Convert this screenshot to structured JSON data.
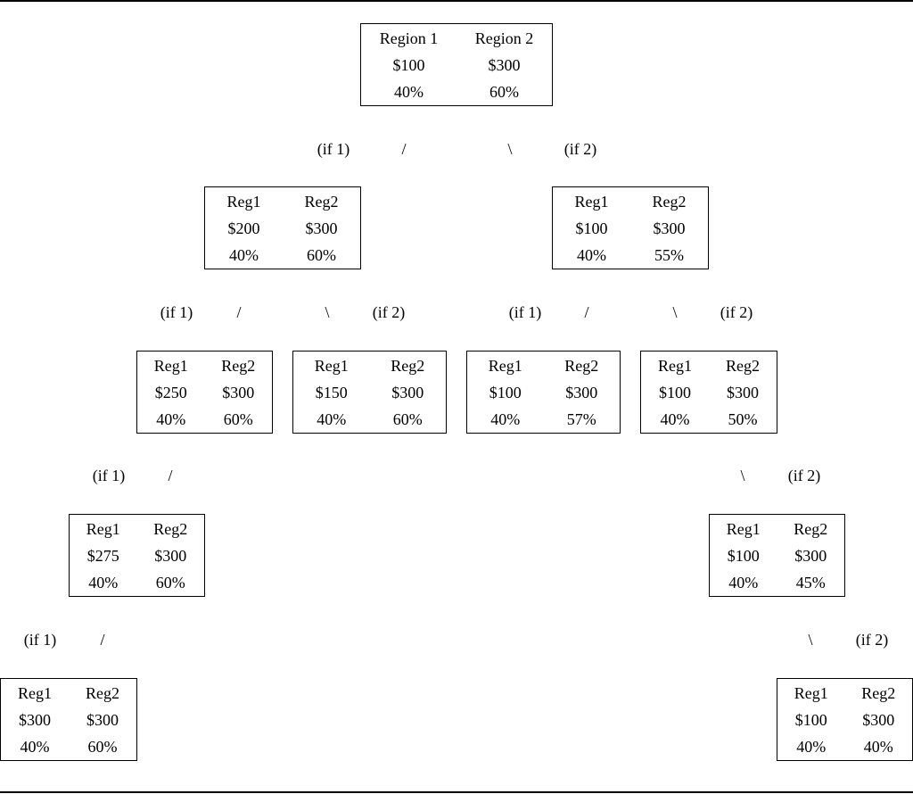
{
  "nodes": [
    {
      "id": "root",
      "h1": "Region 1",
      "h2": "Region 2",
      "v1": "$100",
      "v2": "$300",
      "p1": "40%",
      "p2": "60%"
    },
    {
      "id": "l",
      "h1": "Reg1",
      "h2": "Reg2",
      "v1": "$200",
      "v2": "$300",
      "p1": "40%",
      "p2": "60%"
    },
    {
      "id": "r",
      "h1": "Reg1",
      "h2": "Reg2",
      "v1": "$100",
      "v2": "$300",
      "p1": "40%",
      "p2": "55%"
    },
    {
      "id": "ll",
      "h1": "Reg1",
      "h2": "Reg2",
      "v1": "$250",
      "v2": "$300",
      "p1": "40%",
      "p2": "60%"
    },
    {
      "id": "lr",
      "h1": "Reg1",
      "h2": "Reg2",
      "v1": "$150",
      "v2": "$300",
      "p1": "40%",
      "p2": "60%"
    },
    {
      "id": "rl",
      "h1": "Reg1",
      "h2": "Reg2",
      "v1": "$100",
      "v2": "$300",
      "p1": "40%",
      "p2": "57%"
    },
    {
      "id": "rr",
      "h1": "Reg1",
      "h2": "Reg2",
      "v1": "$100",
      "v2": "$300",
      "p1": "40%",
      "p2": "50%"
    },
    {
      "id": "lll",
      "h1": "Reg1",
      "h2": "Reg2",
      "v1": "$275",
      "v2": "$300",
      "p1": "40%",
      "p2": "60%"
    },
    {
      "id": "rrr",
      "h1": "Reg1",
      "h2": "Reg2",
      "v1": "$100",
      "v2": "$300",
      "p1": "40%",
      "p2": "45%"
    },
    {
      "id": "llll",
      "h1": "Reg1",
      "h2": "Reg2",
      "v1": "$300",
      "v2": "$300",
      "p1": "40%",
      "p2": "60%"
    },
    {
      "id": "rrrr",
      "h1": "Reg1",
      "h2": "Reg2",
      "v1": "$100",
      "v2": "$300",
      "p1": "40%",
      "p2": "40%"
    }
  ],
  "edge_labels": {
    "if1": "(if 1)",
    "if2": "(if 2)",
    "slash": "/",
    "backslash": "\\"
  }
}
